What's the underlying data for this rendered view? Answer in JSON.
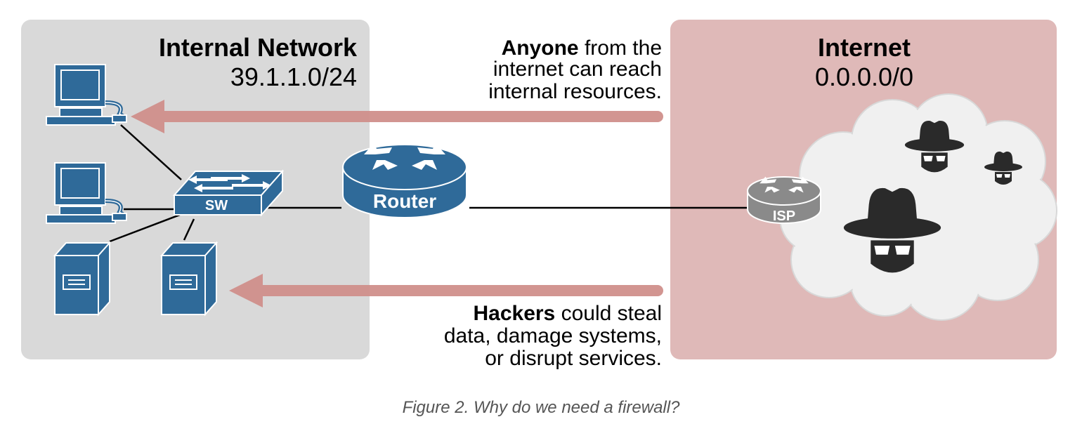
{
  "internal": {
    "title": "Internal Network",
    "subnet": "39.1.1.0/24"
  },
  "internet": {
    "title": "Internet",
    "subnet": "0.0.0.0/0"
  },
  "note_top": {
    "bold": "Anyone",
    "rest": " from the",
    "line2": "internet can reach",
    "line3": "internal resources."
  },
  "note_bottom": {
    "bold": "Hackers",
    "rest": " could steal",
    "line2": "data, damage systems,",
    "line3": "or disrupt services."
  },
  "devices": {
    "switch_label": "SW",
    "router_label": "Router",
    "isp_label": "ISP"
  },
  "caption": "Figure 2. Why do we need a firewall?",
  "colors": {
    "internal_bg": "#d9d9d9",
    "internet_bg": "#dfb9b8",
    "device_blue": "#2f6a99",
    "arrow": "#d0908c",
    "isp_gray": "#8a8a8a",
    "cloud": "#f0f0f0",
    "hacker": "#2a2a2a"
  }
}
